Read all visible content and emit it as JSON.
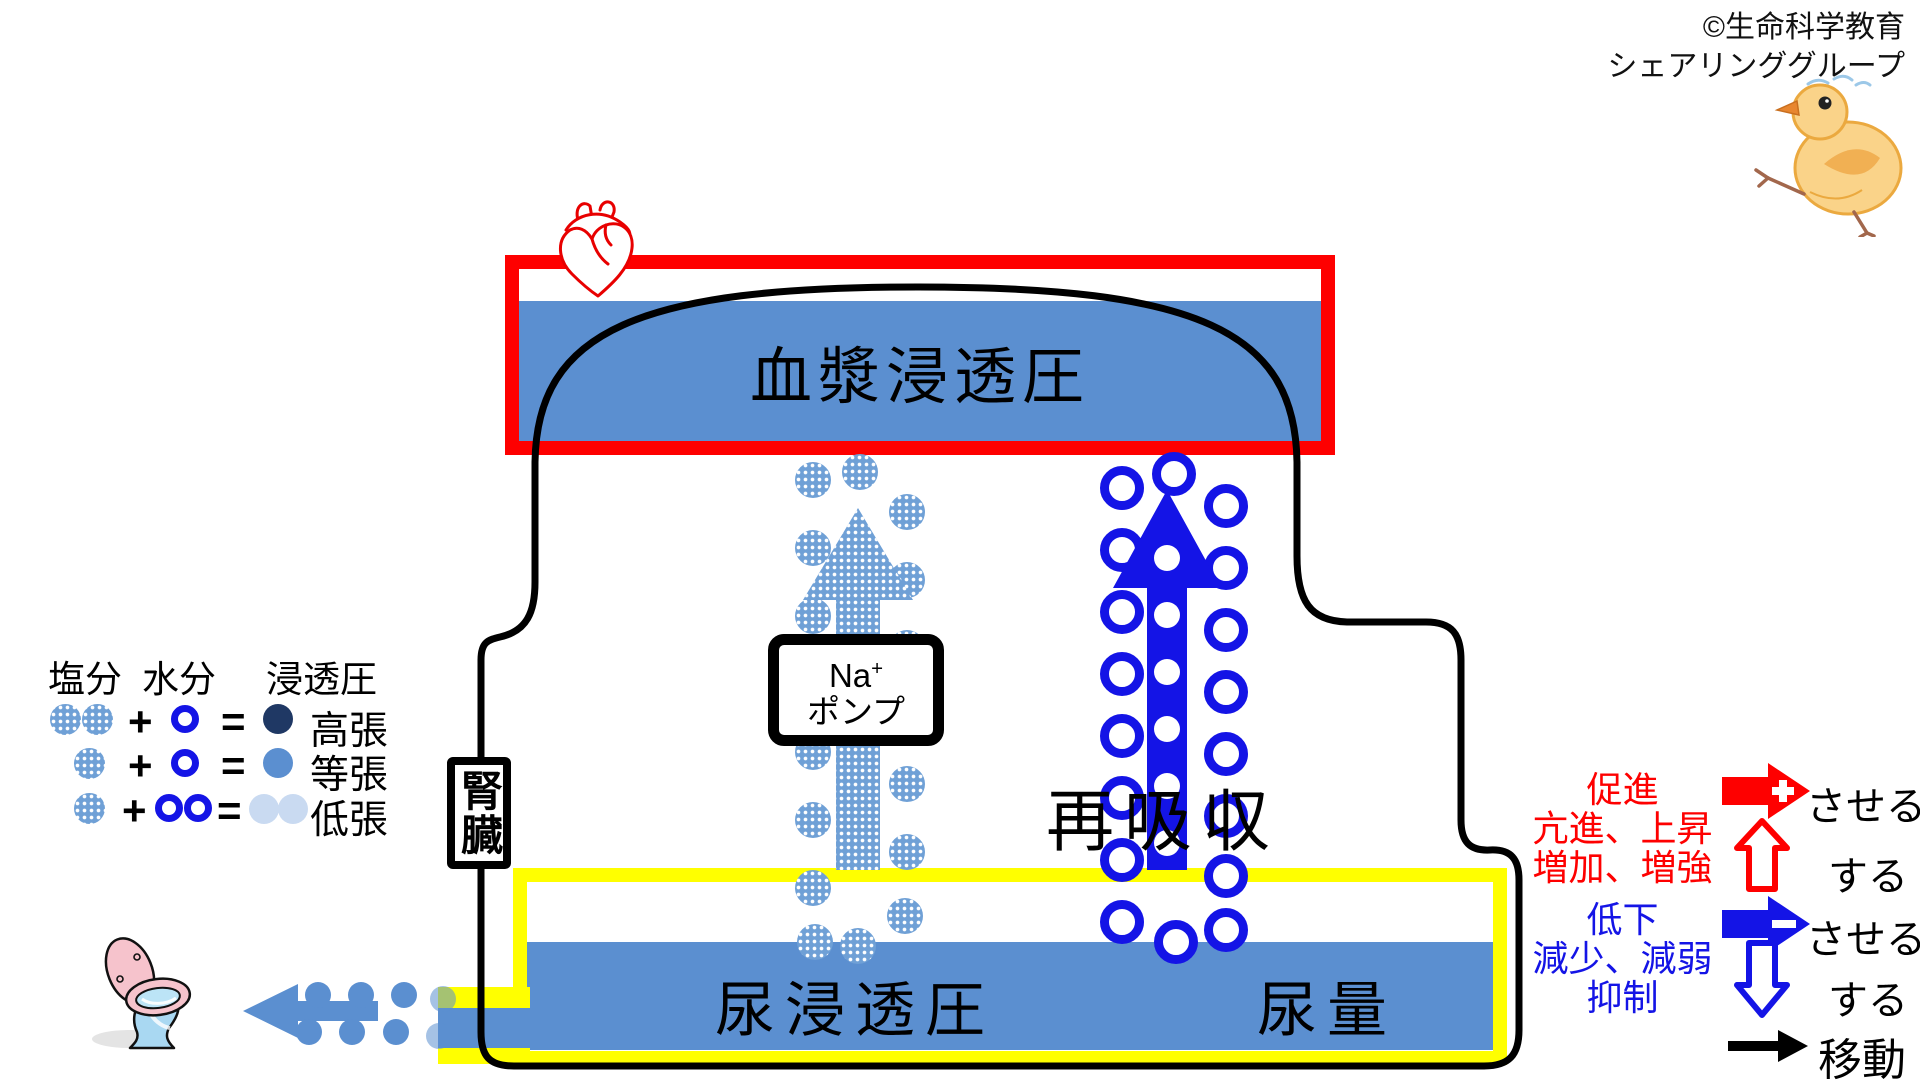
{
  "copyright": {
    "line1": "©生命科学教育",
    "line2": "シェアリンググループ"
  },
  "diagram": {
    "blood_box_label": "血漿浸透圧",
    "kidney_label": "腎臓",
    "pump_element": "Na",
    "pump_sup": "+",
    "pump_word": "ポンプ",
    "reabsorption_label": "再吸収",
    "urine_osmotic_label": "尿浸透圧",
    "urine_volume_label": "尿量"
  },
  "legend_left": {
    "header_salt": "塩分",
    "header_water": "水分",
    "header_osmotic": "浸透圧",
    "plus": "+",
    "equals": "=",
    "rows": [
      {
        "label": "高張"
      },
      {
        "label": "等張"
      },
      {
        "label": "低張"
      }
    ]
  },
  "legend_right": {
    "promote_line1": "促進",
    "promote_line2": "亢進、上昇",
    "promote_line3": "増加、増強",
    "cause_label_red": "させる",
    "do_label_red": "する",
    "decrease_line1": "低下",
    "decrease_line2": "減少、減弱",
    "decrease_line3": "抑制",
    "cause_label_blue": "させる",
    "do_label_blue": "する",
    "move_label": "移動"
  },
  "colors": {
    "red": "#FE0000",
    "yellow": "#FFFF00",
    "bar_blue": "#5B8FD0",
    "vivid_blue": "#1414E6",
    "navy": "#1F3864",
    "mid_blue": "#5B8FD0",
    "light_blue": "#C9DAF1",
    "salt_blue": "#6FA0D6"
  }
}
